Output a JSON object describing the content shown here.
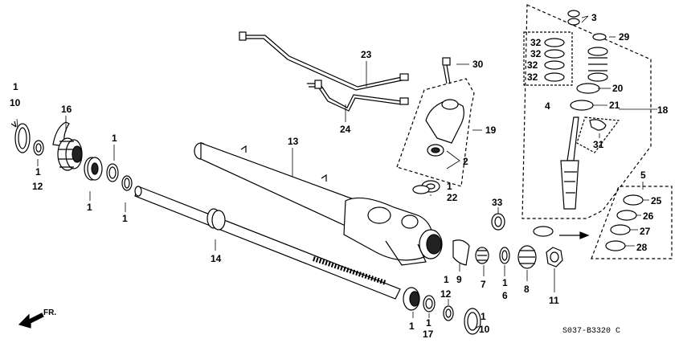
{
  "diagram": {
    "code": "S037-B3320 C",
    "direction_label": "FR.",
    "callouts": [
      {
        "id": "c10a",
        "text": "10"
      },
      {
        "id": "c1a",
        "text": "1"
      },
      {
        "id": "c12a",
        "text": "12"
      },
      {
        "id": "c1b",
        "text": "1"
      },
      {
        "id": "c16",
        "text": "16"
      },
      {
        "id": "c1c",
        "text": "1"
      },
      {
        "id": "c1d",
        "text": "1"
      },
      {
        "id": "c1e",
        "text": "1"
      },
      {
        "id": "c14",
        "text": "14"
      },
      {
        "id": "c13",
        "text": "13"
      },
      {
        "id": "c23",
        "text": "23"
      },
      {
        "id": "c24",
        "text": "24"
      },
      {
        "id": "c30",
        "text": "30"
      },
      {
        "id": "c19",
        "text": "19"
      },
      {
        "id": "c2",
        "text": "2"
      },
      {
        "id": "c22",
        "text": "22"
      },
      {
        "id": "c1f",
        "text": "1"
      },
      {
        "id": "c33",
        "text": "33"
      },
      {
        "id": "c3",
        "text": "3"
      },
      {
        "id": "c29",
        "text": "29"
      },
      {
        "id": "c32a",
        "text": "32"
      },
      {
        "id": "c32b",
        "text": "32"
      },
      {
        "id": "c32c",
        "text": "32"
      },
      {
        "id": "c32d",
        "text": "32"
      },
      {
        "id": "c4",
        "text": "4"
      },
      {
        "id": "c20",
        "text": "20"
      },
      {
        "id": "c21",
        "text": "21"
      },
      {
        "id": "c18",
        "text": "18"
      },
      {
        "id": "c31",
        "text": "31"
      },
      {
        "id": "c5",
        "text": "5"
      },
      {
        "id": "c25",
        "text": "25"
      },
      {
        "id": "c26",
        "text": "26"
      },
      {
        "id": "c27",
        "text": "27"
      },
      {
        "id": "c28",
        "text": "28"
      },
      {
        "id": "c9",
        "text": "9"
      },
      {
        "id": "c7",
        "text": "7"
      },
      {
        "id": "c1g",
        "text": "1"
      },
      {
        "id": "c6",
        "text": "6"
      },
      {
        "id": "c8",
        "text": "8"
      },
      {
        "id": "c11",
        "text": "11"
      },
      {
        "id": "c1h",
        "text": "1"
      },
      {
        "id": "c12b",
        "text": "12"
      },
      {
        "id": "c1i",
        "text": "1"
      },
      {
        "id": "c1j",
        "text": "1"
      },
      {
        "id": "c17",
        "text": "17"
      },
      {
        "id": "c1k",
        "text": "1"
      },
      {
        "id": "c10b",
        "text": "10"
      }
    ]
  }
}
